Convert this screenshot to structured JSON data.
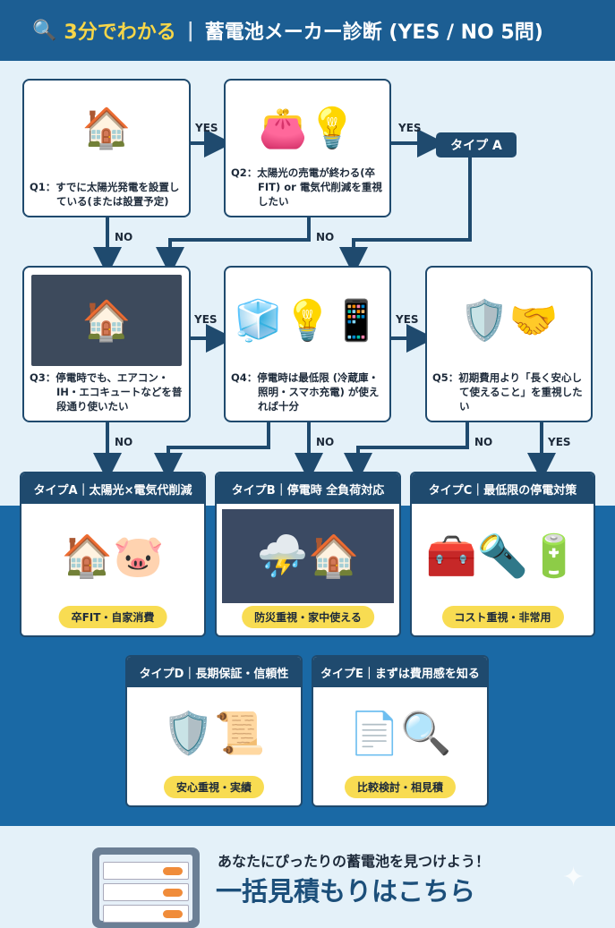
{
  "header": {
    "title_highlight": "3分でわかる",
    "separator": "|",
    "title": "蓄電池メーカー診断 (YES / NO 5問)"
  },
  "questions": [
    {
      "id": "Q1",
      "text": "Q1：すでに太陽光発電を設置している(または設置予定)",
      "icon": "house-solar-icon"
    },
    {
      "id": "Q2",
      "text": "Q2：太陽光の売電が終わる(卒FIT) or 電気代削減を重視したい",
      "icon": "wallet-bulb-icon"
    },
    {
      "id": "Q3",
      "text": "Q3：停電時でも、エアコン・IH・エコキュートなどを普段通り使いたい",
      "icon": "appliances-icon"
    },
    {
      "id": "Q4",
      "text": "Q4：停電時は最低限 (冷蔵庫・照明・スマホ充電) が使えれば十分",
      "icon": "fridge-lamp-phone-icon"
    },
    {
      "id": "Q5",
      "text": "Q5：初期費用より「長く安心して使えること」を重視したい",
      "icon": "handshake-shield-icon"
    }
  ],
  "arrow_labels": {
    "yes": "YES",
    "no": "NO"
  },
  "type_a_tag": "タイプ A",
  "results": [
    {
      "title": "タイプA｜太陽光×電気代削減",
      "tag": "卒FIT・自家消費",
      "icon": "house-piggybank-icon"
    },
    {
      "title": "タイプB｜停電時 全負荷対応",
      "tag": "防災重視・家中使える",
      "icon": "storm-house-icon"
    },
    {
      "title": "タイプC｜最低限の停電対策",
      "tag": "コスト重視・非常用",
      "icon": "emergency-kit-icon"
    },
    {
      "title": "タイプD｜長期保証・信頼性",
      "tag": "安心重視・実績",
      "icon": "shield-certificate-icon"
    },
    {
      "title": "タイプE｜まずは費用感を知る",
      "tag": "比較検討・相見積",
      "icon": "documents-magnifier-icon"
    }
  ],
  "cta": {
    "subtitle": "あなたにぴったりの蓄電池を見つけよう！",
    "title": "一括見積もりはこちら"
  },
  "colors": {
    "navy": "#1f4a6e",
    "header": "#1c5e93",
    "band": "#1a69a5",
    "yellow": "#f8dc52",
    "bg": "#e4f1f9"
  }
}
